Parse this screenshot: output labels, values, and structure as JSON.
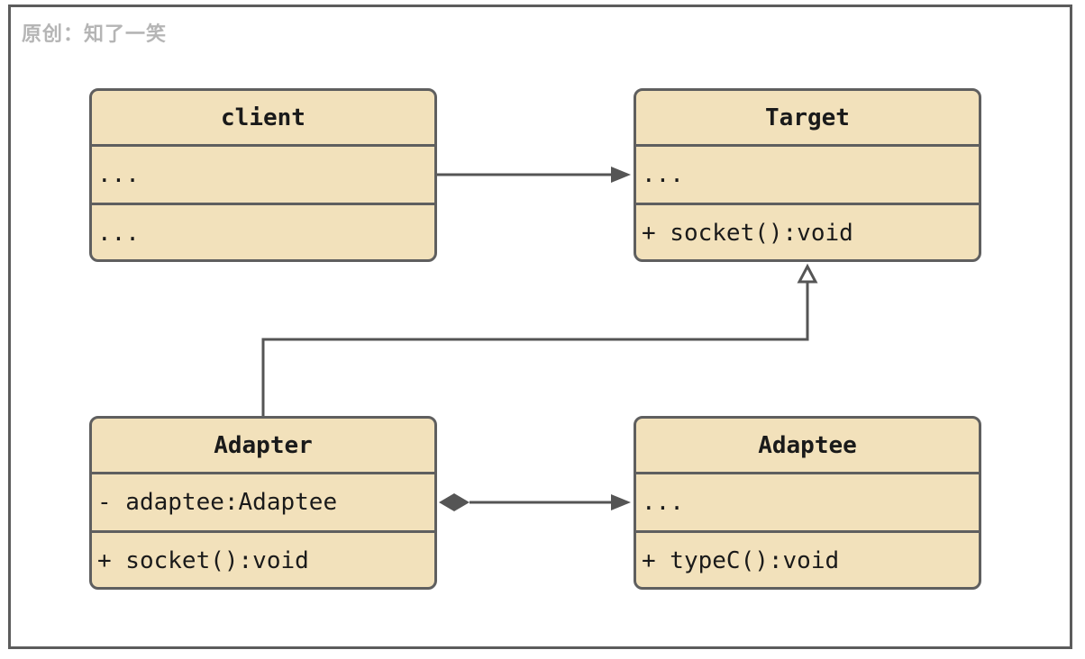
{
  "watermark": "原创：知了一笑",
  "classes": {
    "client": {
      "name": "client",
      "attribute": "...",
      "method": "..."
    },
    "target": {
      "name": "Target",
      "attribute": "...",
      "method": "+ socket():void"
    },
    "adapter": {
      "name": "Adapter",
      "attribute": "- adaptee:Adaptee",
      "method": "+ socket():void"
    },
    "adaptee": {
      "name": "Adaptee",
      "attribute": "...",
      "method": "+ typeC():void"
    }
  },
  "colors": {
    "class_fill": "#f2e1bb",
    "class_border": "#5f5f5f",
    "connector": "#555555",
    "watermark": "#b5b5b5"
  }
}
